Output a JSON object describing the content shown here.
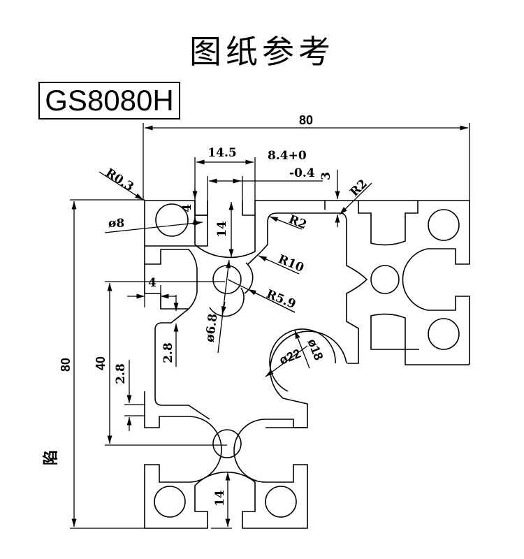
{
  "header": {
    "title": "图纸参考",
    "model": "GS8080H"
  },
  "drawing": {
    "profile": "80x80 aluminium extrusion profile cross-section",
    "stroke_color": "#000000",
    "background_color": "#ffffff",
    "dimensions": {
      "overall_width": "80",
      "overall_height": "80",
      "slot_opening": "14.5",
      "slot_offset_tol_upper": "8.4+0",
      "slot_offset_tol_lower": "-0.4",
      "slot_lip_3": "3",
      "corner_radius_r03": "R0.3",
      "lip_thickness_4_top": "4",
      "lip_thickness_4_left": "4",
      "slot_depth_14_top": "14",
      "slot_depth_14_bottom": "14",
      "hole_dia_8": "ø8",
      "fillet_r2_inner": "R2",
      "fillet_r2_outer": "R2",
      "fillet_r10": "R10",
      "radius_r5_9": "R5.9",
      "center_hole_dia": "ø6.8",
      "wall_2_8_right": "2.8",
      "wall_2_8_left": "2.8",
      "half_height_40": "40",
      "bore_outer_dia": "ø22",
      "bore_inner_dia": "ø18"
    },
    "side_note": "陷"
  }
}
